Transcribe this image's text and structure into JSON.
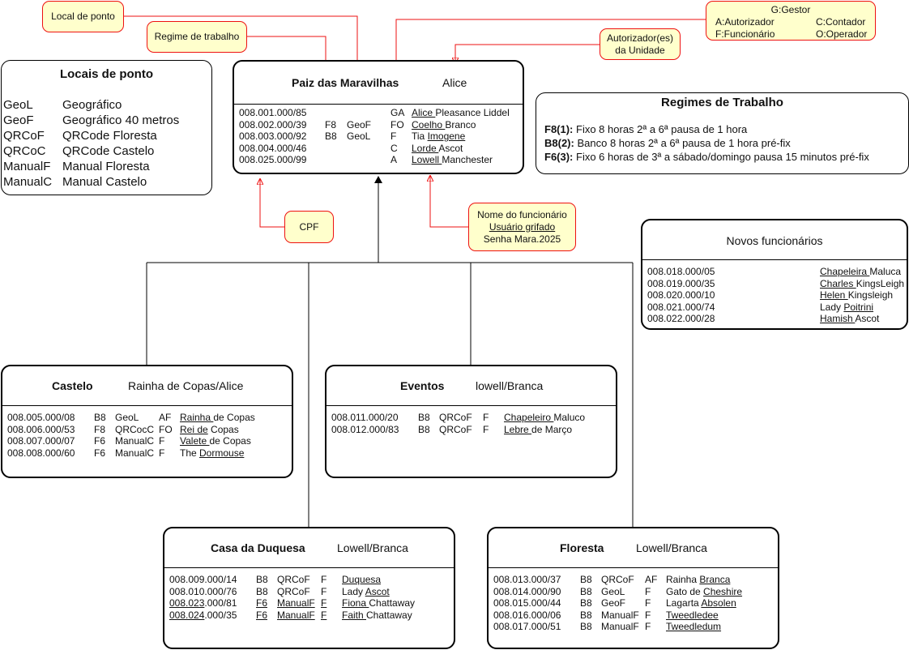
{
  "notes": {
    "local_ponto": "Local de ponto",
    "regime": "Regime de trabalho",
    "roles_title": "G:Gestor",
    "roles_a": "A:Autorizador",
    "roles_c": "C:Contador",
    "roles_f": "F:Funcionário",
    "roles_o": "O:Operador",
    "autorizador_l1": "Autorizador(es)",
    "autorizador_l2": "da Unidade",
    "cpf": "CPF",
    "nome_l1": "Nome do funcionário",
    "nome_l2": "Usuário grifado",
    "nome_l3": "Senha Mara.2025"
  },
  "locais": {
    "title": "Locais de ponto",
    "items": [
      {
        "code": "GeoL",
        "desc": "Geográfico"
      },
      {
        "code": "GeoF",
        "desc": "Geográfico 40 metros"
      },
      {
        "code": "QRCoF",
        "desc": "QRCode Floresta"
      },
      {
        "code": "QRCoC",
        "desc": "QRCode Castelo"
      },
      {
        "code": "ManualF",
        "desc": "Manual Floresta"
      },
      {
        "code": "ManualC",
        "desc": "Manual Castelo"
      }
    ]
  },
  "regimes": {
    "title": "Regimes de Trabalho",
    "items": [
      {
        "code": "F8(1):",
        "desc": "Fixo 8 horas 2ª a 6ª pausa de 1 hora"
      },
      {
        "code": "B8(2):",
        "desc": "Banco 8 horas 2ª a 6ª pausa de 1 hora pré-fix"
      },
      {
        "code": "F6(3):",
        "desc": "Fixo 6 horas de 3ª a sábado/domingo pausa 15 minutos pré-fix"
      }
    ]
  },
  "novos": {
    "title": "Novos funcionários",
    "rows": [
      {
        "cpf": "008.018.000/05",
        "u": "Chapeleira ",
        "rest": "Maluca"
      },
      {
        "cpf": "008.019.000/35",
        "u": "Charles ",
        "rest": "KingsLeigh"
      },
      {
        "cpf": "008.020.000/10",
        "u": "Helen ",
        "rest": "Kingsleigh"
      },
      {
        "cpf": "008.021.000/74",
        "pre": "Lady ",
        "u": "Poitrini",
        "rest": ""
      },
      {
        "cpf": "008.022.000/28",
        "u": "Hamish ",
        "rest": "Ascot"
      }
    ]
  },
  "units": {
    "paiz": {
      "name": "Paiz das Maravilhas",
      "auth": "Alice",
      "rows": [
        {
          "cpf": "008.001.000/85",
          "reg": "",
          "loc": "",
          "role": "GA",
          "u": "Alice ",
          "rest": "Pleasance Liddel"
        },
        {
          "cpf": "008.002.000/39",
          "reg": "F8",
          "loc": "GeoF",
          "role": "FO",
          "u": "Coelho ",
          "rest": "Branco"
        },
        {
          "cpf": "008.003.000/92",
          "reg": "B8",
          "loc": "GeoL",
          "role": "F",
          "pre": "Tia ",
          "u": "Imogene",
          "rest": ""
        },
        {
          "cpf": "008.004.000/46",
          "reg": "",
          "loc": "",
          "role": "C",
          "u": "Lorde ",
          "rest": "Ascot"
        },
        {
          "cpf": "008.025.000/99",
          "reg": "",
          "loc": "",
          "role": "A",
          "u": "Lowell ",
          "rest": "Manchester"
        }
      ]
    },
    "castelo": {
      "name": "Castelo",
      "auth": "Rainha de Copas/Alice",
      "rows": [
        {
          "cpf": "008.005.000/08",
          "reg": "B8",
          "loc": "GeoL",
          "role": "AF",
          "u": "Rainha ",
          "rest": "de Copas"
        },
        {
          "cpf": "008.006.000/53",
          "reg": "F8",
          "loc": "QRCocC",
          "role": "FO",
          "u": "Rei de",
          "rest": " Copas"
        },
        {
          "cpf": "008.007.000/07",
          "reg": "F6",
          "loc": "ManualC",
          "role": "F",
          "u": "Valete ",
          "rest": "de Copas"
        },
        {
          "cpf": "008.008.000/60",
          "reg": "F6",
          "loc": "ManualC",
          "role": "F",
          "pre": "The ",
          "u": "Dormouse",
          "rest": ""
        }
      ]
    },
    "eventos": {
      "name": "Eventos",
      "auth": "lowell/Branca",
      "rows": [
        {
          "cpf": "008.011.000/20",
          "reg": "B8",
          "loc": "QRCoF",
          "role": "F",
          "u": "Chapeleiro ",
          "rest": "Maluco"
        },
        {
          "cpf": "008.012.000/83",
          "reg": "B8",
          "loc": "QRCoF",
          "role": "F",
          "u": "Lebre ",
          "rest": "de Março"
        }
      ]
    },
    "duquesa": {
      "name": "Casa da Duquesa",
      "auth": "Lowell/Branca",
      "rows": [
        {
          "cpf": "008.009.000/14",
          "reg": "B8",
          "loc": "QRCoF",
          "role": "F",
          "u": "Duquesa",
          "rest": ""
        },
        {
          "cpf": "008.010.000/76",
          "reg": "B8",
          "loc": "QRCoF",
          "role": "F",
          "pre": "Lady ",
          "u": "Ascot",
          "rest": ""
        },
        {
          "cpf_u": "008.023",
          "cpf": ".000/81",
          "reg": "F6",
          "loc": "ManualF",
          "role": "F",
          "u": "Fiona ",
          "rest": "Chattaway",
          "ul_all": true
        },
        {
          "cpf_u": "008.024",
          "cpf": ".000/35",
          "reg": "F6",
          "loc": "ManualF",
          "role": "F",
          "u": "Faith ",
          "rest": "Chattaway",
          "ul_all": true
        }
      ]
    },
    "floresta": {
      "name": "Floresta",
      "auth": "Lowell/Branca",
      "rows": [
        {
          "cpf": "008.013.000/37",
          "reg": "B8",
          "loc": "QRCoF",
          "role": "AF",
          "pre": "Rainha ",
          "u": "Branca",
          "rest": ""
        },
        {
          "cpf": "008.014.000/90",
          "reg": "B8",
          "loc": "GeoL",
          "role": "F",
          "pre": "Gato de ",
          "u": "Cheshire",
          "rest": ""
        },
        {
          "cpf": "008.015.000/44",
          "reg": "B8",
          "loc": "GeoF",
          "role": "F",
          "pre": "Lagarta ",
          "u": "Absolen",
          "rest": ""
        },
        {
          "cpf": "008.016.000/06",
          "reg": "B8",
          "loc": "ManualF",
          "role": "F",
          "u": "Tweedledee",
          "rest": ""
        },
        {
          "cpf": "008.017.000/51",
          "reg": "B8",
          "loc": "ManualF",
          "role": "F",
          "u": "Tweedledum",
          "rest": ""
        }
      ]
    }
  }
}
